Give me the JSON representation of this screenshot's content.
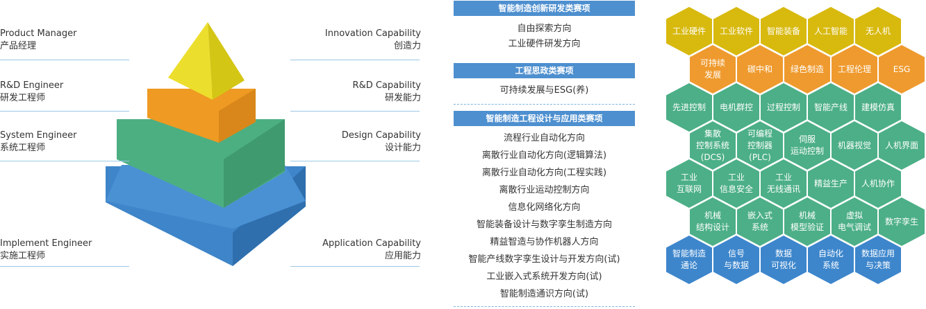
{
  "colors": {
    "yellow": "#e4d81f",
    "orange": "#ee9a23",
    "green": "#4caf82",
    "blue": "#3f85c9",
    "section_header": "#4d8fcf",
    "hex_yellow": "#d8b90e",
    "hex_orange": "#ef9a2e",
    "hex_green": "#4caf87",
    "hex_blue": "#3d86cc"
  },
  "pyramid": {
    "roles": [
      {
        "en": "Product Manager",
        "cn": "产品经理"
      },
      {
        "en": "R&D Engineer",
        "cn": "研发工程师"
      },
      {
        "en": "System Engineer",
        "cn": "系统工程师"
      },
      {
        "en": "Implement Engineer",
        "cn": "实施工程师"
      }
    ],
    "capabilities": [
      {
        "en": "Innovation Capability",
        "cn": "创造力"
      },
      {
        "en": "R&D Capability",
        "cn": "研发能力"
      },
      {
        "en": "Design Capability",
        "cn": "设计能力"
      },
      {
        "en": "Application Capability",
        "cn": "应用能力"
      }
    ]
  },
  "sections": [
    {
      "title": "智能制造创新研发类赛项",
      "items": [
        "自由探索方向",
        "工业硬件研发方向"
      ]
    },
    {
      "title": "工程思政类赛项",
      "items": [
        "可持续发展与ESG(养)"
      ]
    },
    {
      "title": "智能制造工程设计与应用类赛项",
      "items": [
        "流程行业自动化方向",
        "离散行业自动化方向(逻辑算法)",
        "离散行业自动化方向(工程实践)",
        "离散行业运动控制方向",
        "信息化网络化方向",
        "智能装备设计与数字孪生制造方向",
        "精益智造与协作机器人方向",
        "智能产线数字孪生设计与开发方向(试)",
        "工业嵌入式系统开发方向(试)",
        "智能制造通识方向(试)"
      ]
    }
  ],
  "hex_rows": [
    [
      "工业硬件",
      "工业软件",
      "智能装备",
      "人工智能",
      "无人机"
    ],
    [
      "可持续\n发展",
      "碳中和",
      "绿色制造",
      "工程伦理",
      "ESG"
    ],
    [
      "先进控制",
      "电机群控",
      "过程控制",
      "智能产线",
      "建模仿真"
    ],
    [
      "集散\n控制系统\n(DCS)",
      "可编程\n控制器\n(PLC)",
      "伺服\n运动控制",
      "机器视觉",
      "人机界面"
    ],
    [
      "工业\n互联网",
      "工业\n信息安全",
      "工业\n无线通讯",
      "精益生产",
      "人机协作"
    ],
    [
      "机械\n结构设计",
      "嵌入式\n系统",
      "机械\n模型验证",
      "虚拟\n电气调试",
      "数字孪生"
    ],
    [
      "智能制造\n通论",
      "信号\n与数据",
      "数据\n可视化",
      "自动化\n系统",
      "数据应用\n与决策"
    ]
  ]
}
